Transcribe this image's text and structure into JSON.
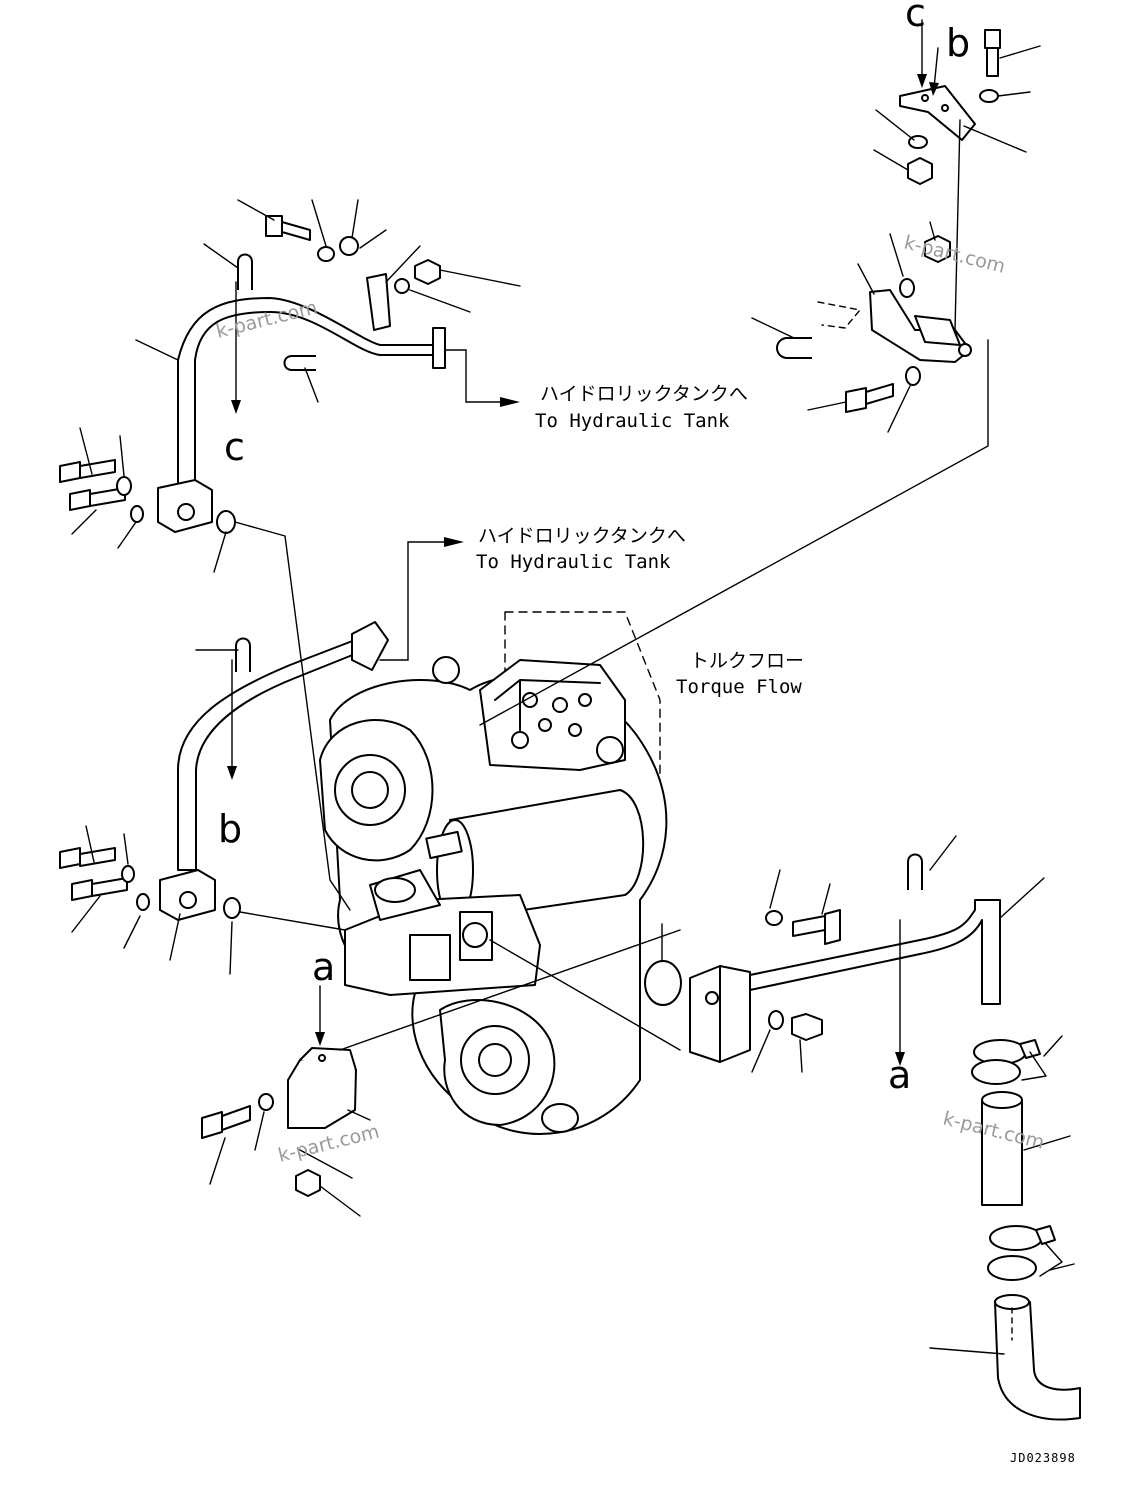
{
  "labels": {
    "tank_jp": "ハイドロリックタンクへ",
    "tank_en": "To Hydraulic Tank",
    "torque_jp": "トルクフロー",
    "torque_en": "Torque Flow",
    "mark_a": "a",
    "mark_b": "b",
    "mark_c": "c"
  },
  "watermark": "k-part.com",
  "drawing_ref": "JD023898"
}
